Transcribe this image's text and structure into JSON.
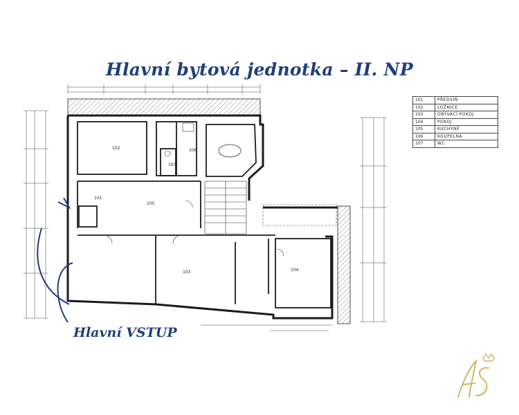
{
  "title": "Hlavní bytová jednotka – II. NP",
  "entrance_label": "Hlavní VSTUP",
  "rooms": [
    {
      "num": "101",
      "name": "PŘEDSÍŇ"
    },
    {
      "num": "102",
      "name": "LOŽNICE"
    },
    {
      "num": "103",
      "name": "OBÝVACÍ POKOJ"
    },
    {
      "num": "104",
      "name": "POKOJ"
    },
    {
      "num": "105",
      "name": "KUCHYNĚ"
    },
    {
      "num": "106",
      "name": "KOUPELNA"
    },
    {
      "num": "107",
      "name": "WC"
    }
  ],
  "plan_labels": {
    "r101": "101",
    "r102": "102",
    "r103": "103",
    "r104": "104",
    "r105": "105",
    "r106": "106",
    "r107": "107"
  },
  "colors": {
    "accent": "#1f3f7a",
    "logo": "#d4b26a",
    "wall": "#222222"
  },
  "icons": [
    "entrance-arrow-icon",
    "monogram-logo-icon"
  ]
}
